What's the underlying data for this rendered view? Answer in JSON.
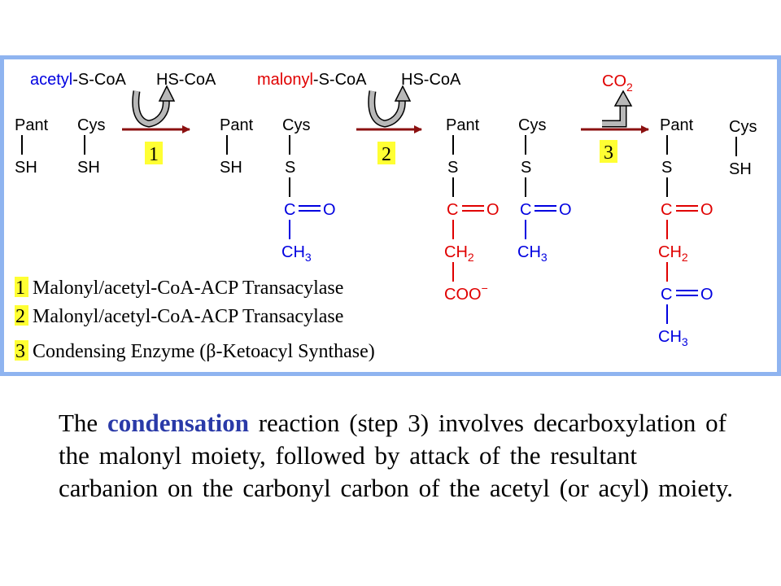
{
  "colors": {
    "frame": "#8fb4f0",
    "red": "#e00000",
    "blue": "#0000e0",
    "arrow": "#8b1010",
    "badge": "#ffff33",
    "highlight": "#2a3aa8"
  },
  "reagents": {
    "step1_in_prefix": "acetyl",
    "step1_in_suffix": "-S-CoA",
    "step1_out": "HS-CoA",
    "step2_in_prefix": "malonyl",
    "step2_in_suffix": "-S-CoA",
    "step2_out": "HS-CoA",
    "step3_out_main": "CO",
    "step3_out_sub": "2"
  },
  "steps": [
    "1",
    "2",
    "3"
  ],
  "atoms": {
    "pant": "Pant",
    "cys": "Cys",
    "sh": "SH",
    "s": "S",
    "c": "C",
    "o": "O",
    "ch": "CH",
    "sub3": "3",
    "sub2": "2",
    "coo": "COO",
    "minus": "−"
  },
  "legend": [
    {
      "num": "1",
      "text": "Malonyl/acetyl-CoA-ACP Transacylase"
    },
    {
      "num": "2",
      "text": "Malonyl/acetyl-CoA-ACP Transacylase"
    },
    {
      "num": "3",
      "text_pre": "Condensing Enzyme (",
      "beta": "β",
      "text_post": "-Ketoacyl Synthase)"
    }
  ],
  "caption": {
    "pre": "The ",
    "highlight": "condensation",
    "post": " reaction (step 3) involves decarboxylation of the malonyl moiety, followed by attack of the resultant carbanion on the carbonyl carbon of the acetyl (or acyl) moiety."
  }
}
